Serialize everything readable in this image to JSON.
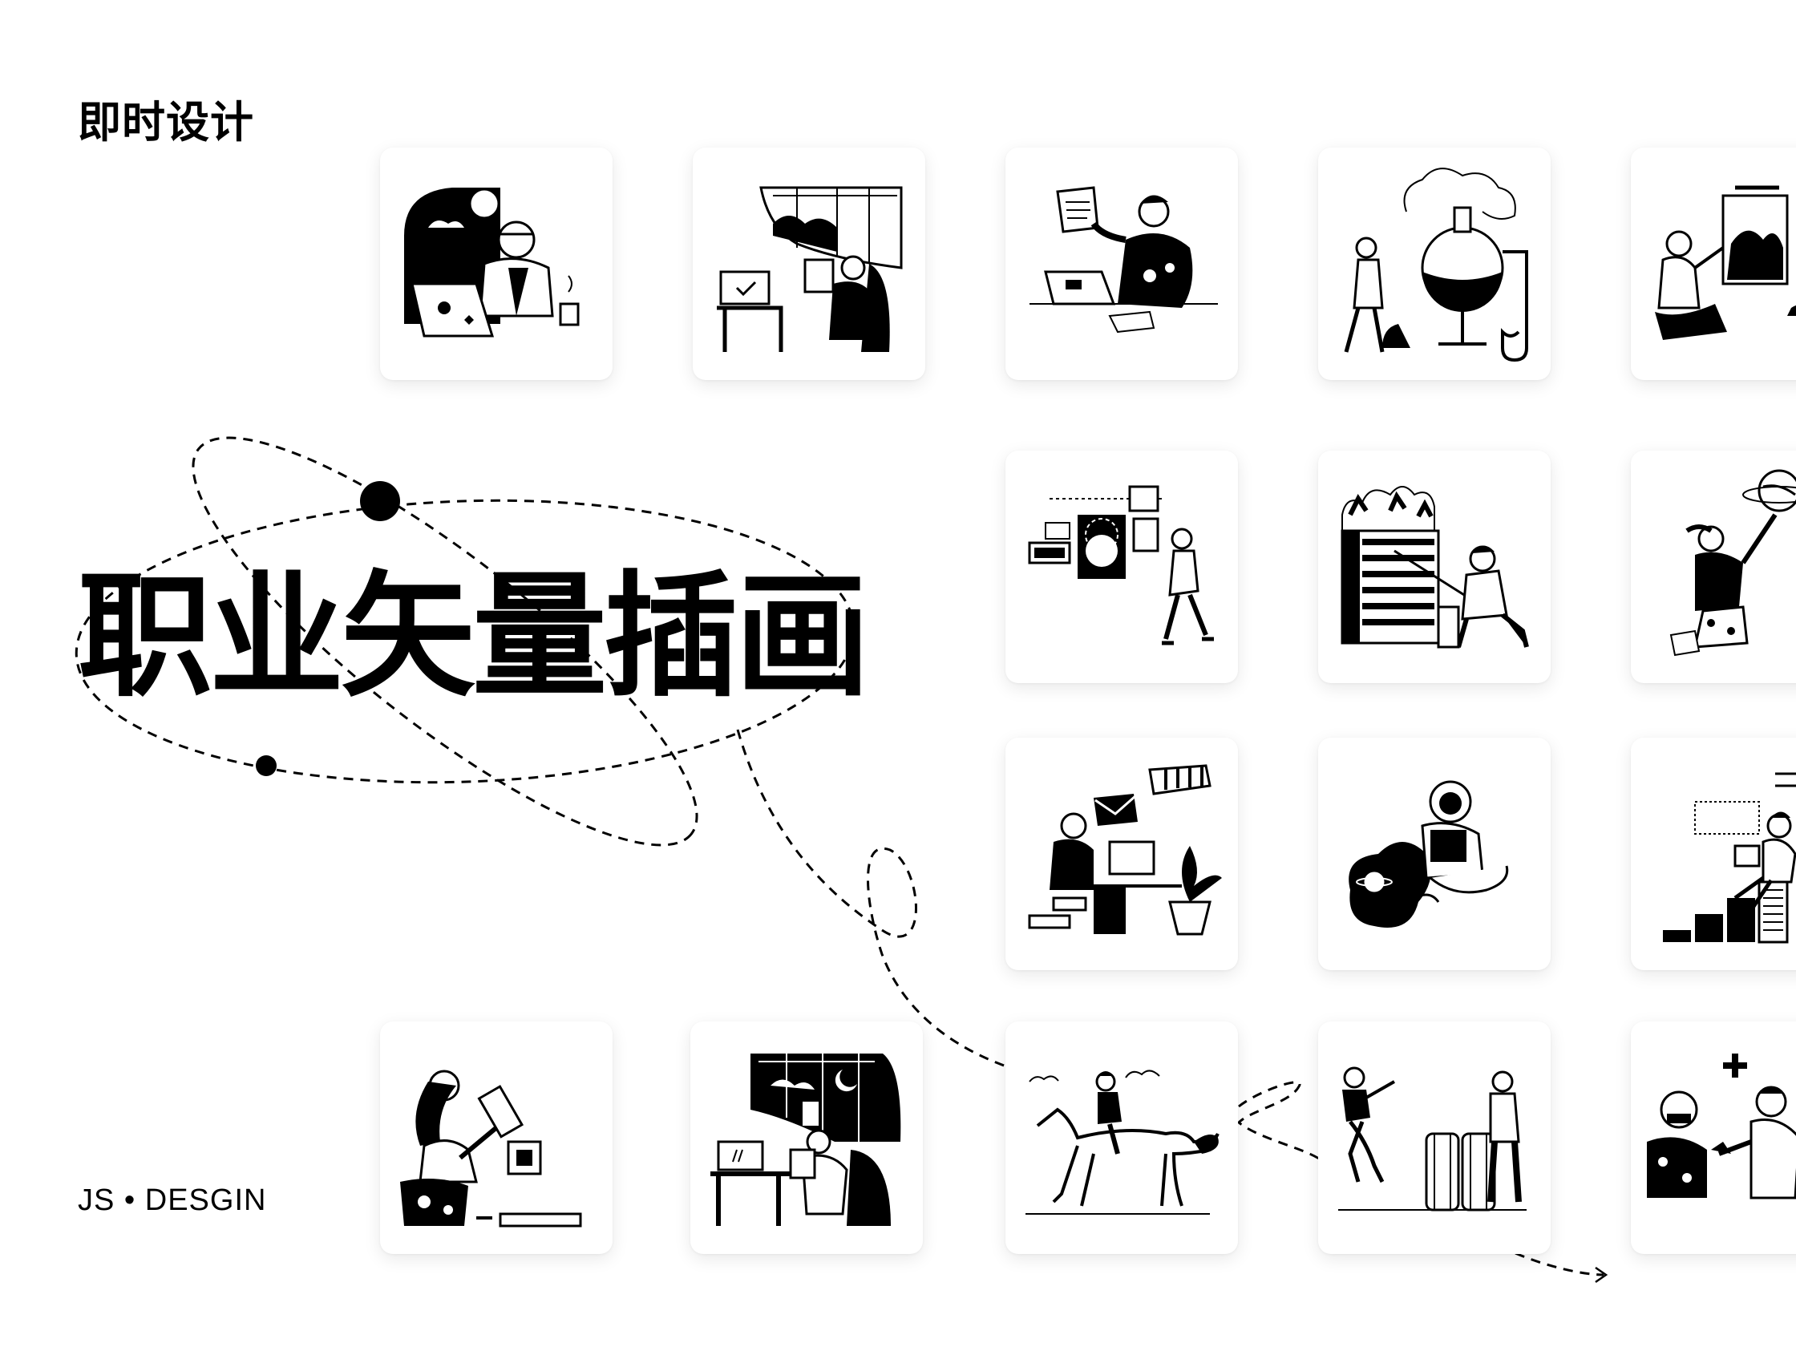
{
  "brand": "即时设计",
  "headline": "职业矢量插画",
  "footer": "JS • DESGIN",
  "cards": [
    {
      "name": "card-remote-work-laptop",
      "icon": "illustration-man-laptop-icon"
    },
    {
      "name": "card-desk-window-laptop",
      "icon": "illustration-desk-window-icon"
    },
    {
      "name": "card-stressed-worker",
      "icon": "illustration-stressed-worker-icon"
    },
    {
      "name": "card-chemistry-lab",
      "icon": "illustration-chemist-icon"
    },
    {
      "name": "card-painter-easel",
      "icon": "illustration-painter-icon"
    },
    {
      "name": "card-designer-frames",
      "icon": "illustration-designer-icon"
    },
    {
      "name": "card-firefighter",
      "icon": "illustration-firefighter-icon"
    },
    {
      "name": "card-planet-thinker",
      "icon": "illustration-planet-icon"
    },
    {
      "name": "card-office-desk-plant",
      "icon": "illustration-office-desk-icon"
    },
    {
      "name": "card-astronaut-reading",
      "icon": "illustration-astronaut-icon"
    },
    {
      "name": "card-growth-chart",
      "icon": "illustration-growth-chart-icon"
    },
    {
      "name": "card-scientist-microscope",
      "icon": "illustration-microscope-icon"
    },
    {
      "name": "card-night-desk",
      "icon": "illustration-night-desk-icon"
    },
    {
      "name": "card-horse-rider",
      "icon": "illustration-horse-rider-icon"
    },
    {
      "name": "card-musicians",
      "icon": "illustration-musicians-icon"
    },
    {
      "name": "card-doctor-patient",
      "icon": "illustration-doctor-icon"
    }
  ]
}
